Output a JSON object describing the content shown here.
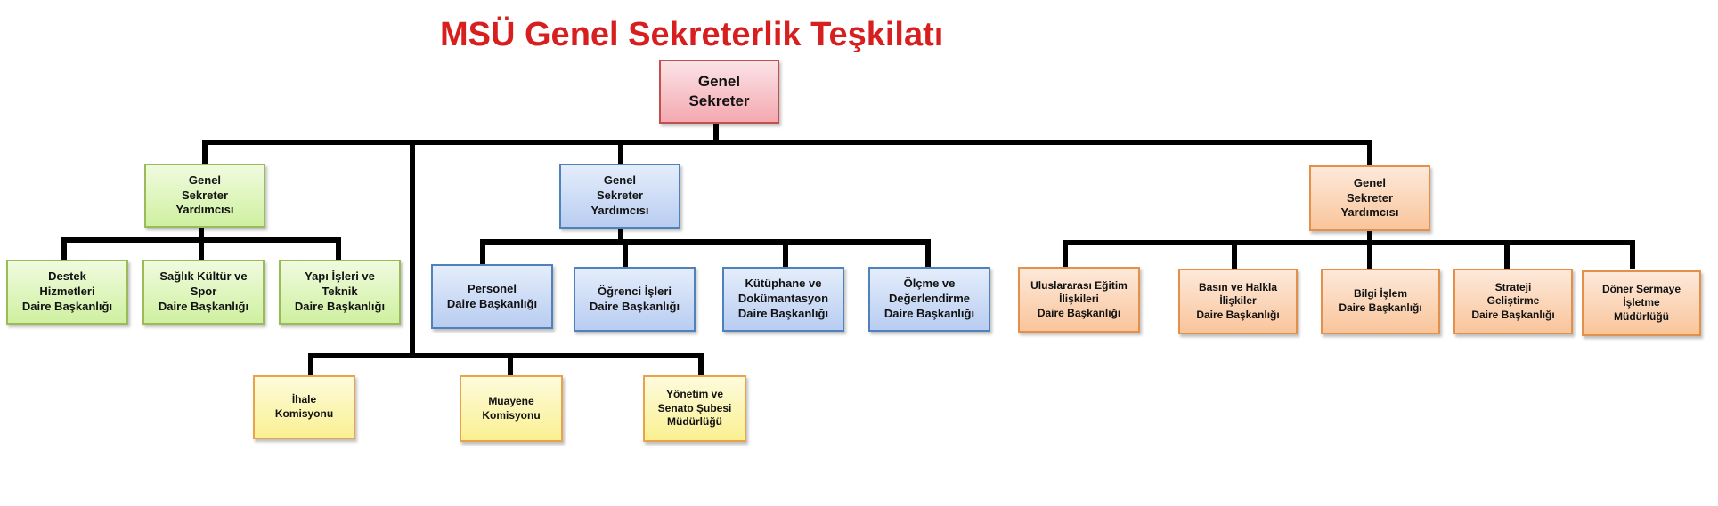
{
  "title": "MSÜ Genel Sekreterlik Teşkilatı",
  "colors": {
    "title": "#d81f1f",
    "connector": "#000000"
  },
  "root": {
    "label": "Genel\nSekreter"
  },
  "deputies": {
    "left": {
      "label": "Genel\nSekreter\nYardımcısı"
    },
    "middle": {
      "label": "Genel\nSekreter\nYardımcısı"
    },
    "right": {
      "label": "Genel\nSekreter\nYardımcısı"
    }
  },
  "left_units": [
    {
      "label": "Destek\nHizmetleri\nDaire Başkanlığı"
    },
    {
      "label": "Sağlık Kültür ve\nSpor\nDaire Başkanlığı"
    },
    {
      "label": "Yapı İşleri ve\nTeknik\nDaire Başkanlığı"
    }
  ],
  "middle_units": [
    {
      "label": "Personel\nDaire Başkanlığı"
    },
    {
      "label": "Öğrenci İşleri\nDaire Başkanlığı"
    },
    {
      "label": "Kütüphane ve\nDokümantasyon\nDaire Başkanlığı"
    },
    {
      "label": "Ölçme ve\nDeğerlendirme\nDaire Başkanlığı"
    }
  ],
  "right_units": [
    {
      "label": "Uluslararası Eğitim\nİlişkileri\nDaire Başkanlığı"
    },
    {
      "label": "Basın ve Halkla\nİlişkiler\nDaire Başkanlığı"
    },
    {
      "label": "Bilgi İşlem\nDaire Başkanlığı"
    },
    {
      "label": "Strateji\nGeliştirme\nDaire Başkanlığı"
    },
    {
      "label": "Döner Sermaye\nİşletme\nMüdürlüğü"
    }
  ],
  "direct_units": [
    {
      "label": "İhale\nKomisyonu"
    },
    {
      "label": "Muayene\nKomisyonu"
    },
    {
      "label": "Yönetim ve\nSenato Şubesi\nMüdürlüğü"
    }
  ]
}
